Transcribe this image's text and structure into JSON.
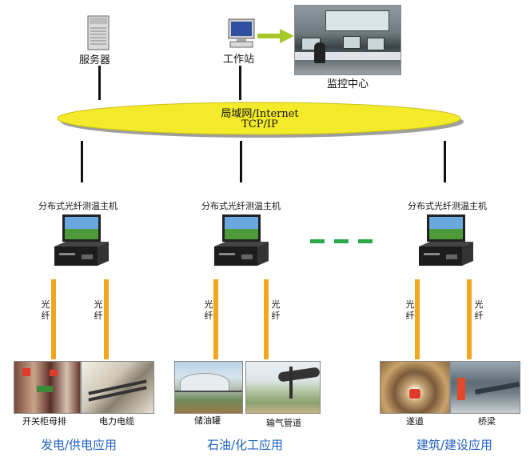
{
  "top": {
    "server_label": "服务器",
    "workstation_label": "工作站",
    "monitor_center_label": "监控中心"
  },
  "network": {
    "line1": "局域网/Internet",
    "line2": "TCP/IP"
  },
  "hosts": {
    "host1_label": "分布式光纤测温主机",
    "host2_label": "分布式光纤测温主机",
    "host3_label": "分布式光纤测温主机"
  },
  "fiber_label": "光纤",
  "endpoints": {
    "switchgear": "开关柜母排",
    "power_cable": "电力电缆",
    "storage_tank": "储油罐",
    "gas_pipeline": "输气管道",
    "tunnel": "遂道",
    "bridge": "桥梁"
  },
  "categories": {
    "power": "发电/供电应用",
    "petro": "石油/化工应用",
    "construction": "建筑/建设应用"
  },
  "colors": {
    "ellipse_fill": "#f3ea2a",
    "fiber": "#f2a51f",
    "arrow": "#a8c82a",
    "dashes": "#2aa84a",
    "category_text": "#1f5fbf"
  }
}
